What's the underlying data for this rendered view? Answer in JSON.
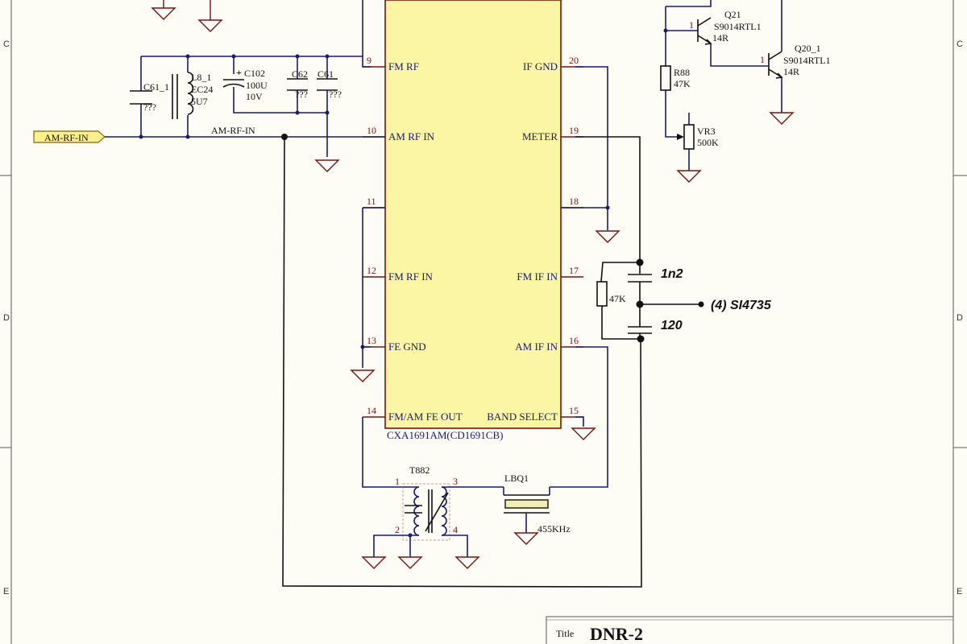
{
  "border": {
    "rows": [
      "C",
      "D",
      "E"
    ]
  },
  "ic": {
    "part": "CXA1691AM(CD1691CB)",
    "pins_left": [
      {
        "num": "9",
        "name": "FM RF"
      },
      {
        "num": "10",
        "name": "AM RF IN"
      },
      {
        "num": "11",
        "name": ""
      },
      {
        "num": "12",
        "name": "FM RF IN"
      },
      {
        "num": "13",
        "name": "FE GND"
      },
      {
        "num": "14",
        "name": "FM/AM FE OUT"
      }
    ],
    "pins_right": [
      {
        "num": "20",
        "name": "IF GND"
      },
      {
        "num": "19",
        "name": "METER"
      },
      {
        "num": "18",
        "name": ""
      },
      {
        "num": "17",
        "name": "FM IF IN"
      },
      {
        "num": "16",
        "name": "AM IF IN"
      },
      {
        "num": "15",
        "name": "BAND SELECT"
      }
    ]
  },
  "port": {
    "label": "AM-RF-IN"
  },
  "net_label": "AM-RF-IN",
  "components": {
    "c61_1": {
      "ref": "C61_1",
      "value": "???"
    },
    "l8_1": {
      "ref": "L8_1",
      "type": "EC24",
      "value": "5U7"
    },
    "c102": {
      "ref": "C102",
      "value": "100U",
      "voltage": "10V"
    },
    "c62": {
      "ref": "C62",
      "value": "???"
    },
    "c61": {
      "ref": "C61",
      "value": "???"
    },
    "q21": {
      "ref": "Q21",
      "part": "S9014RTL1",
      "pkg": "14R"
    },
    "q20_1": {
      "ref": "Q20_1",
      "part": "S9014RTL1",
      "pkg": "14R"
    },
    "r88": {
      "ref": "R88",
      "value": "47K"
    },
    "vr3": {
      "ref": "VR3",
      "value": "500K"
    },
    "t882": {
      "ref": "T882",
      "pins": [
        "1",
        "2",
        "3",
        "4"
      ]
    },
    "lbq1": {
      "ref": "LBQ1",
      "value": "455KHz"
    }
  },
  "handwritten": {
    "cap_top": "1n2",
    "cap_bottom": "120",
    "resistor": "47K",
    "destination": "(4) SI4735"
  },
  "title_block": {
    "label": "Title",
    "value": "DNR-2"
  }
}
